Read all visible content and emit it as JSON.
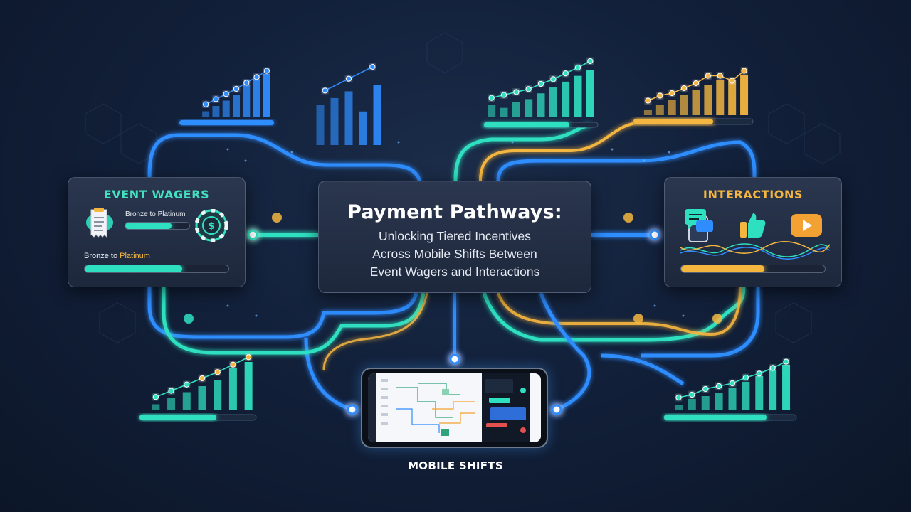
{
  "center": {
    "title": "Payment Pathways:",
    "subtitle_lines": [
      "Unlocking Tiered Incentives",
      "Across Mobile Shifts Between",
      "Event Wagers and Interactions"
    ]
  },
  "event_wagers": {
    "title": "EVENT WAGERS",
    "tier_label_top": "Bronze to Platinum",
    "tier_label_bottom_prefix": "Bronze to ",
    "tier_label_bottom_highlight": "Platinum",
    "progress_top": 0.72,
    "progress_bottom": 0.68,
    "icons": [
      "receipt-icon",
      "casino-chip-icon"
    ]
  },
  "interactions": {
    "title": "INTERACTIONS",
    "progress": 0.58,
    "icons": [
      "chat-phone-icon",
      "thumbs-up-icon",
      "play-icon"
    ]
  },
  "mobile": {
    "label": "MOBILE SHIFTS"
  },
  "colors": {
    "blue": "#2f8dff",
    "teal": "#2fe0c0",
    "gold": "#f4b63f",
    "white_text": "#ffffff"
  },
  "chart_data": [
    {
      "type": "bar",
      "name": "top-left",
      "values": [
        1,
        2,
        3,
        4,
        6,
        7,
        8
      ],
      "trend": [
        1,
        2,
        3,
        4,
        5.2,
        6.3,
        7.5
      ],
      "color": "#2f8dff"
    },
    {
      "type": "bar",
      "name": "top-center-left",
      "values": [
        6,
        7,
        8,
        5,
        9
      ],
      "trend": [
        6,
        7.5,
        9
      ],
      "color": "#2f8dff"
    },
    {
      "type": "bar",
      "name": "top-center-right",
      "values": [
        2,
        1.5,
        2.5,
        3,
        4,
        5,
        6,
        7,
        8
      ],
      "trend": [
        2,
        2.5,
        3,
        3.5,
        4.4,
        5.2,
        6.2,
        7.2,
        8.3
      ],
      "color": "#2fe0c0"
    },
    {
      "type": "bar",
      "name": "top-right",
      "values": [
        1,
        2,
        3,
        4,
        5,
        6,
        7,
        7,
        8
      ],
      "trend": [
        1.5,
        2.5,
        3,
        4,
        5,
        6.5,
        6.5,
        5.5,
        7.5
      ],
      "color": "#f4b63f"
    },
    {
      "type": "bar",
      "name": "bottom-left",
      "values": [
        1,
        2,
        3,
        4,
        5,
        7,
        8
      ],
      "trend": [
        1,
        2,
        3,
        4,
        5,
        6.2,
        7.4
      ],
      "color": "#2fe0c0"
    },
    {
      "type": "bar",
      "name": "bottom-right",
      "values": [
        1,
        2,
        2.5,
        3,
        4,
        5,
        6,
        7,
        8
      ],
      "trend": [
        1,
        1.5,
        2.5,
        3,
        3.5,
        4.5,
        5.2,
        6.2,
        7.3
      ],
      "color": "#2fe0c0"
    }
  ]
}
